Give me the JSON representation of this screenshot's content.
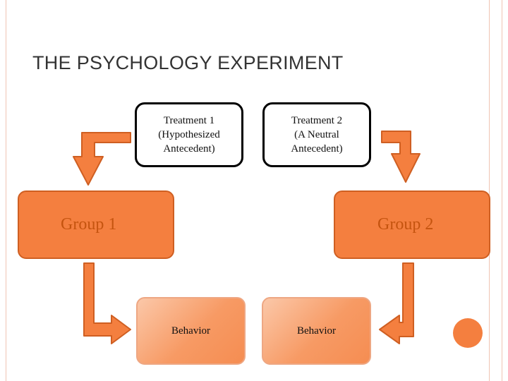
{
  "slide": {
    "title": "THE PSYCHOLOGY EXPERIMENT"
  },
  "treatments": [
    {
      "label": "Treatment 1\n(Hypothesized\nAntecedent)"
    },
    {
      "label": "Treatment 2\n(A Neutral\nAntecedent)"
    }
  ],
  "groups": [
    {
      "label": "Group 1"
    },
    {
      "label": "Group 2"
    }
  ],
  "behaviors": [
    {
      "label": "Behavior"
    },
    {
      "label": "Behavior"
    }
  ],
  "colors": {
    "accent": "#f47f3f",
    "accent_dark": "#cf5f22",
    "group_text": "#c5540f",
    "rule_line": "#f0c4b3"
  }
}
